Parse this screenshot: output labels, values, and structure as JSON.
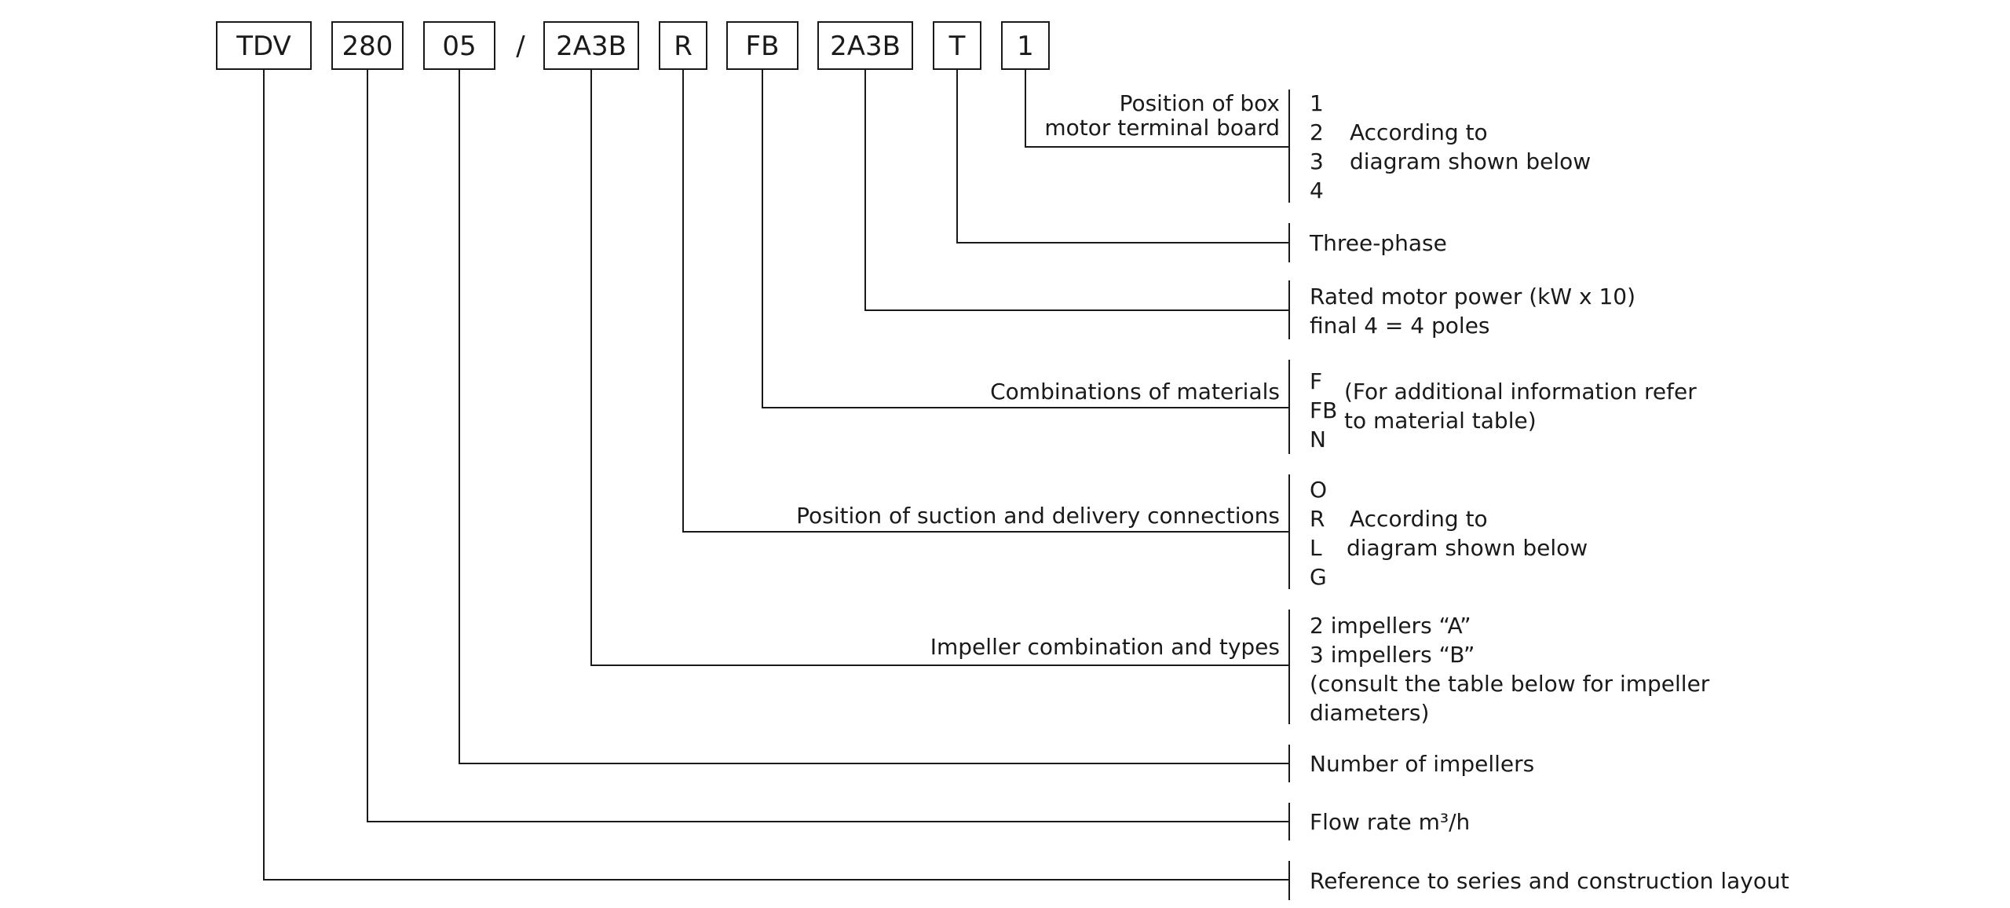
{
  "codes": [
    "TDV",
    "280",
    "05",
    "2A3B",
    "R",
    "FB",
    "2A3B",
    "T",
    "1"
  ],
  "separator": "/",
  "descriptions": {
    "terminal": {
      "label": [
        "Position of box",
        "motor terminal board"
      ],
      "options": [
        "1",
        "2",
        "3",
        "4"
      ],
      "note": [
        "According to",
        "diagram shown below"
      ]
    },
    "phase": {
      "text": [
        "Three-phase"
      ]
    },
    "power": {
      "text": [
        "Rated motor power (kW x 10)",
        "final 4 = 4 poles"
      ]
    },
    "materials": {
      "label": [
        "Combinations of materials"
      ],
      "options": [
        "F",
        "FB",
        "N"
      ],
      "note": [
        "(For additional information refer",
        "to material table)"
      ]
    },
    "connections": {
      "label": [
        "Position of suction and delivery connections"
      ],
      "options": [
        "O",
        "R",
        "L",
        "G"
      ],
      "note": [
        "According to",
        "diagram shown below"
      ]
    },
    "impellers": {
      "label": [
        "Impeller combination and types"
      ],
      "text": [
        "2 impellers “A”",
        "3 impellers “B”",
        "(consult the table below for impeller",
        "diameters)"
      ]
    },
    "count": {
      "text": [
        "Number of impellers"
      ]
    },
    "flow": {
      "text": [
        "Flow rate m³/h"
      ]
    },
    "series": {
      "text": [
        "Reference to series and construction layout"
      ]
    }
  }
}
